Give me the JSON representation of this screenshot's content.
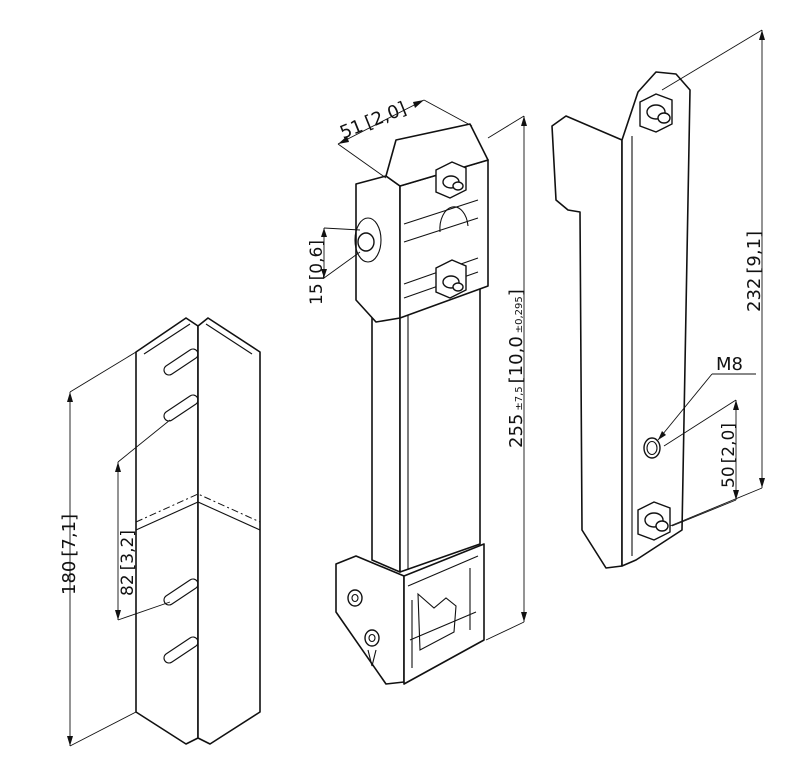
{
  "dimensions": {
    "width_top": {
      "value": "51",
      "inch": "2,0"
    },
    "hole_offset": {
      "value": "15",
      "inch": "0,6"
    },
    "main_length": {
      "value": "255",
      "tolerance_mm": "±7,5",
      "inch": "10,0",
      "tolerance_in": "±0,295"
    },
    "bracket_height": {
      "value": "232",
      "inch": "9,1"
    },
    "bolt_size": "M8",
    "bolt_offset": {
      "value": "50",
      "inch": "2,0"
    },
    "angle_height": {
      "value": "180",
      "inch": "7,1"
    },
    "slot_spacing": {
      "value": "82",
      "inch": "3,2"
    }
  }
}
